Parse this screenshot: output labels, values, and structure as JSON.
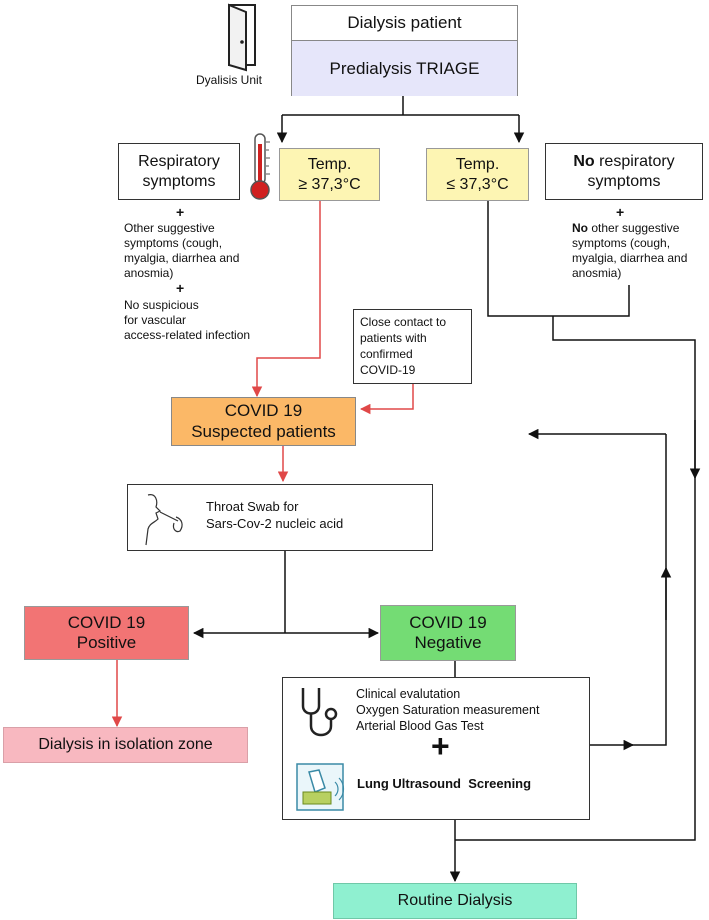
{
  "unit": {
    "label": "Dyalisis Unit",
    "icon": "door-icon"
  },
  "patient_box": {
    "title": "Dialysis patient",
    "subtitle": "Predialysis TRIAGE"
  },
  "left_branch": {
    "symptoms_box": [
      "Respiratory",
      "symptoms"
    ],
    "thermometer_icon": "thermometer-icon",
    "temp_box": [
      "Temp.",
      "≥ 37,3°C"
    ],
    "plus": "+",
    "other_symptoms": [
      "Other suggestive",
      "symptoms (cough,",
      "myalgia, diarrhea and",
      "anosmia)"
    ],
    "plus2": "+",
    "vascular_note": [
      "No suspicious",
      "for vascular",
      "access-related infection"
    ]
  },
  "right_branch": {
    "temp_box": [
      "Temp.",
      "≤ 37,3°C"
    ],
    "symptoms_box": {
      "bold": "No",
      "rest": " respiratory",
      "line2": "symptoms"
    },
    "plus": "+",
    "other_symptoms": {
      "bold": "No",
      "rest": " other suggestive",
      "lines": [
        "symptoms (cough,",
        "myalgia, diarrhea and",
        "anosmia)"
      ]
    }
  },
  "close_contact": [
    "Close contact to",
    "patients with",
    "confirmed",
    "COVID-19"
  ],
  "suspected_box": [
    "COVID 19",
    "Suspected patients"
  ],
  "swab_box": {
    "lines": [
      "Throat Swab for",
      "Sars-Cov-2 nucleic acid"
    ],
    "icon": "throat-swab-icon"
  },
  "positive_box": [
    "COVID 19",
    "Positive"
  ],
  "negative_box": [
    "COVID 19",
    "Negative"
  ],
  "evaluation_box": {
    "lines": [
      "Clinical evalutation",
      "Oxygen Saturation measurement",
      "Arterial Blood Gas Test"
    ],
    "plus": "+",
    "ultrasound": "Lung Ultrasound  Screening",
    "stethoscope_icon": "stethoscope-icon",
    "ultrasound_icon": "ultrasound-probe-icon"
  },
  "isolation_box": "Dialysis in isolation zone",
  "routine_box": "Routine Dialysis",
  "colors": {
    "patient_box_bottom": "#e6e6fa",
    "temp_fill": "#fdf5b3",
    "suspected_fill": "#fbb867",
    "positive_fill": "#f27474",
    "negative_fill": "#74dc74",
    "isolation_fill": "#f8b8c0",
    "routine_fill": "#8ff0d0",
    "red_arrow": "#e04848"
  }
}
